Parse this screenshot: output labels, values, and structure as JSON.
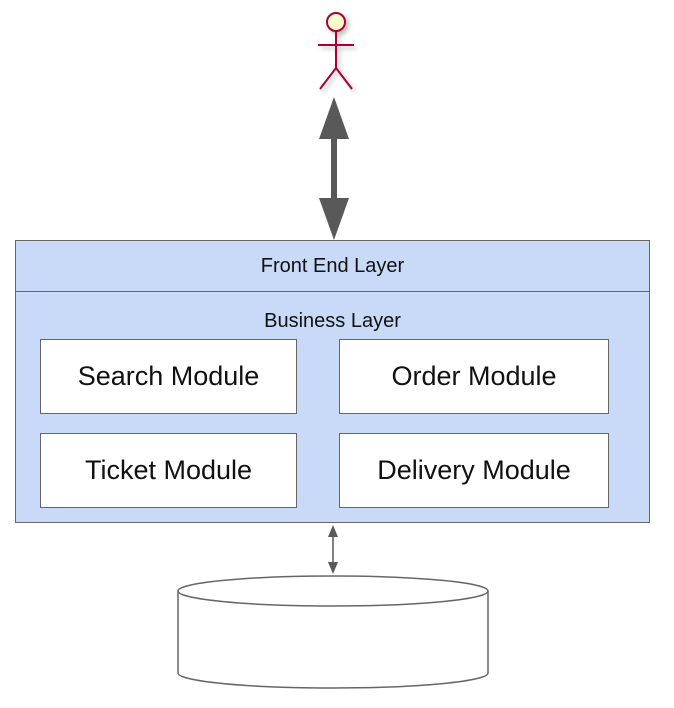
{
  "colors": {
    "layer_fill": "#c9daf8",
    "module_fill": "#ffffff",
    "border": "#666666",
    "arrow": "#595959",
    "actor_head": "#fefece",
    "actor_stroke": "#a80036"
  },
  "front_end_layer": {
    "label": "Front End Layer"
  },
  "business_layer": {
    "label": "Business Layer",
    "modules": [
      {
        "label": "Search Module"
      },
      {
        "label": "Order Module"
      },
      {
        "label": "Ticket Module"
      },
      {
        "label": "Delivery Module"
      }
    ]
  },
  "connectors": {
    "actor_to_front_end": "bidirectional-thick-arrow",
    "business_to_database": "bidirectional-thin-arrow"
  },
  "icons": {
    "actor": "stick-figure-actor-icon",
    "database": "database-cylinder-icon"
  }
}
